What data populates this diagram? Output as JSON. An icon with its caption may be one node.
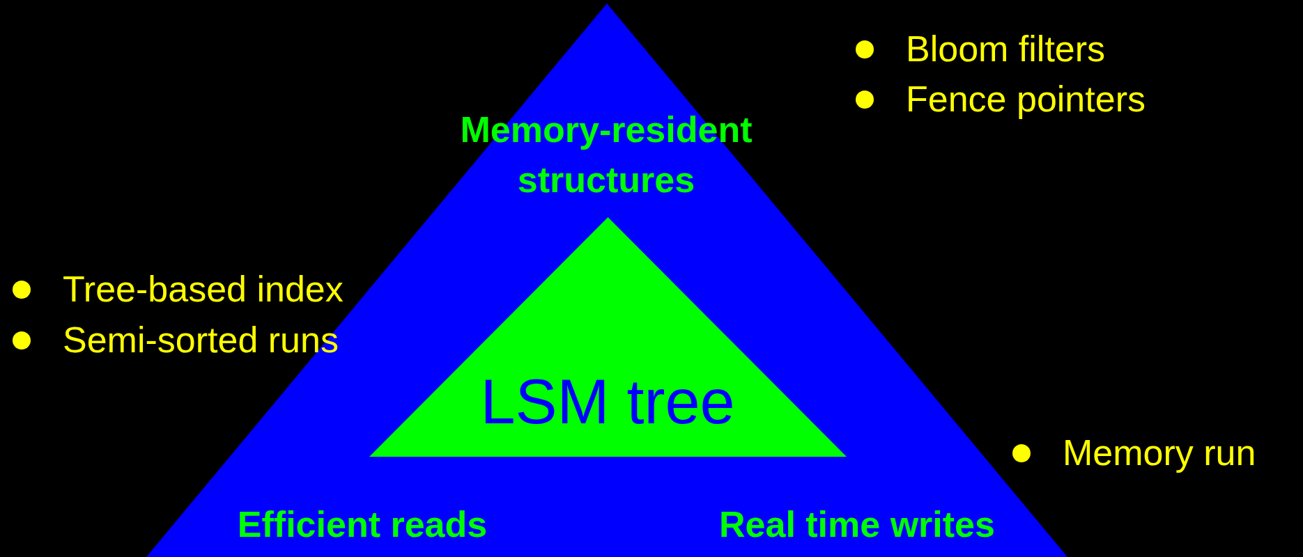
{
  "diagram": {
    "nodes": [
      {
        "text": [
          "Memory-resident structures",
          "Efficient reads",
          "Real time writes"
        ]
      },
      {
        "text": [
          "LSM tree"
        ],
        "in": 0
      }
    ],
    "labels": [
      "Bloom filters",
      "Fence pointers",
      "Tree-based index",
      "Semi-sorted runs",
      "Memory run"
    ]
  }
}
